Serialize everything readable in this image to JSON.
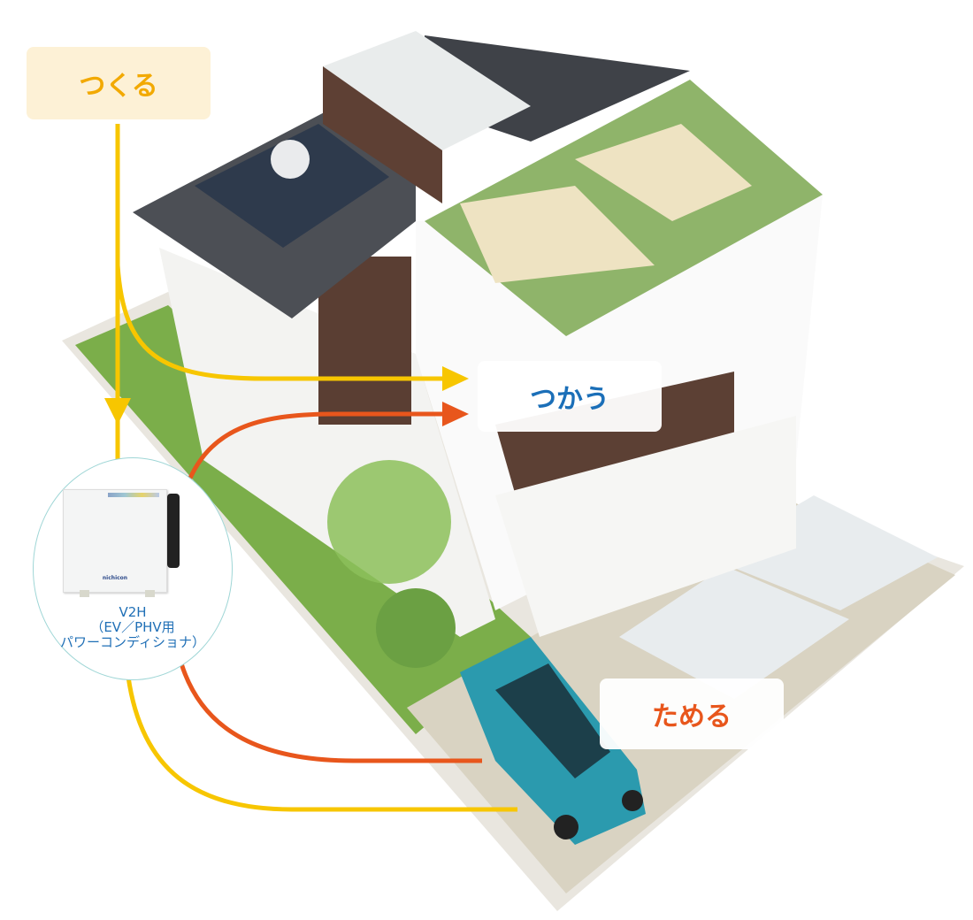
{
  "labels": {
    "make": "つくる",
    "use": "つかう",
    "store": "ためる"
  },
  "device": {
    "line1": "V2H",
    "line2": "（EV／PHV用",
    "line3": "パワーコンディショナ）",
    "brand": "nichicon"
  },
  "colors": {
    "make_arrow": "#f7c600",
    "store_arrow": "#e8561c",
    "use_text": "#1b6fb8",
    "make_text": "#f2a900",
    "store_text": "#e8561c"
  }
}
